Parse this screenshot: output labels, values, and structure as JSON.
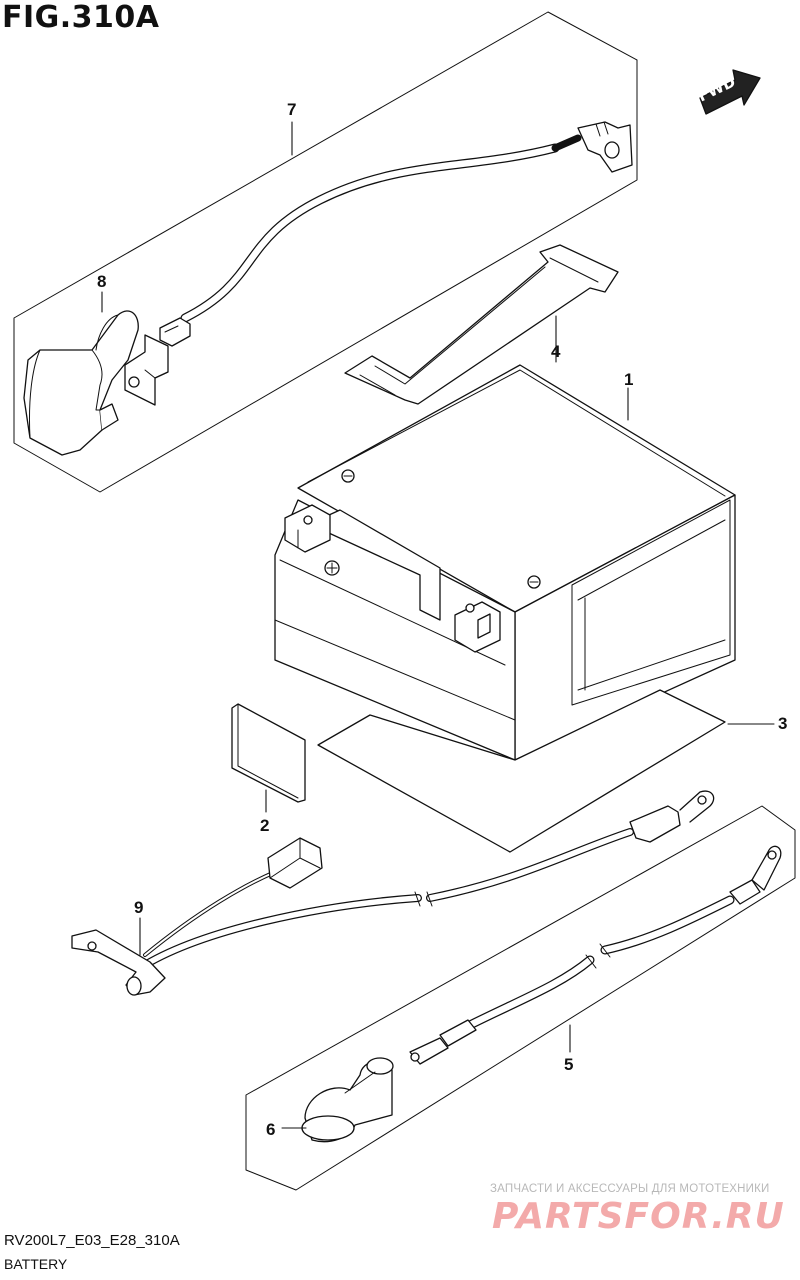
{
  "figure": {
    "title": "FIG.310A",
    "code": "RV200L7_E03_E28_310A",
    "name": "BATTERY"
  },
  "direction_badge": "FWD",
  "callouts": [
    {
      "id": "1",
      "part": "battery"
    },
    {
      "id": "2",
      "part": "pad"
    },
    {
      "id": "3",
      "part": "tray-sheet"
    },
    {
      "id": "4",
      "part": "battery-band"
    },
    {
      "id": "5",
      "part": "negative-cable"
    },
    {
      "id": "6",
      "part": "terminal-cover"
    },
    {
      "id": "7",
      "part": "positive-cable"
    },
    {
      "id": "8",
      "part": "terminal-cap"
    },
    {
      "id": "9",
      "part": "ground-wire-harness"
    }
  ],
  "watermark": {
    "tagline": "ЗАПЧАСТИ И АКСЕССУАРЫ ДЛЯ МОТОТЕХНИКИ",
    "logo": "PARTSFOR.RU"
  }
}
